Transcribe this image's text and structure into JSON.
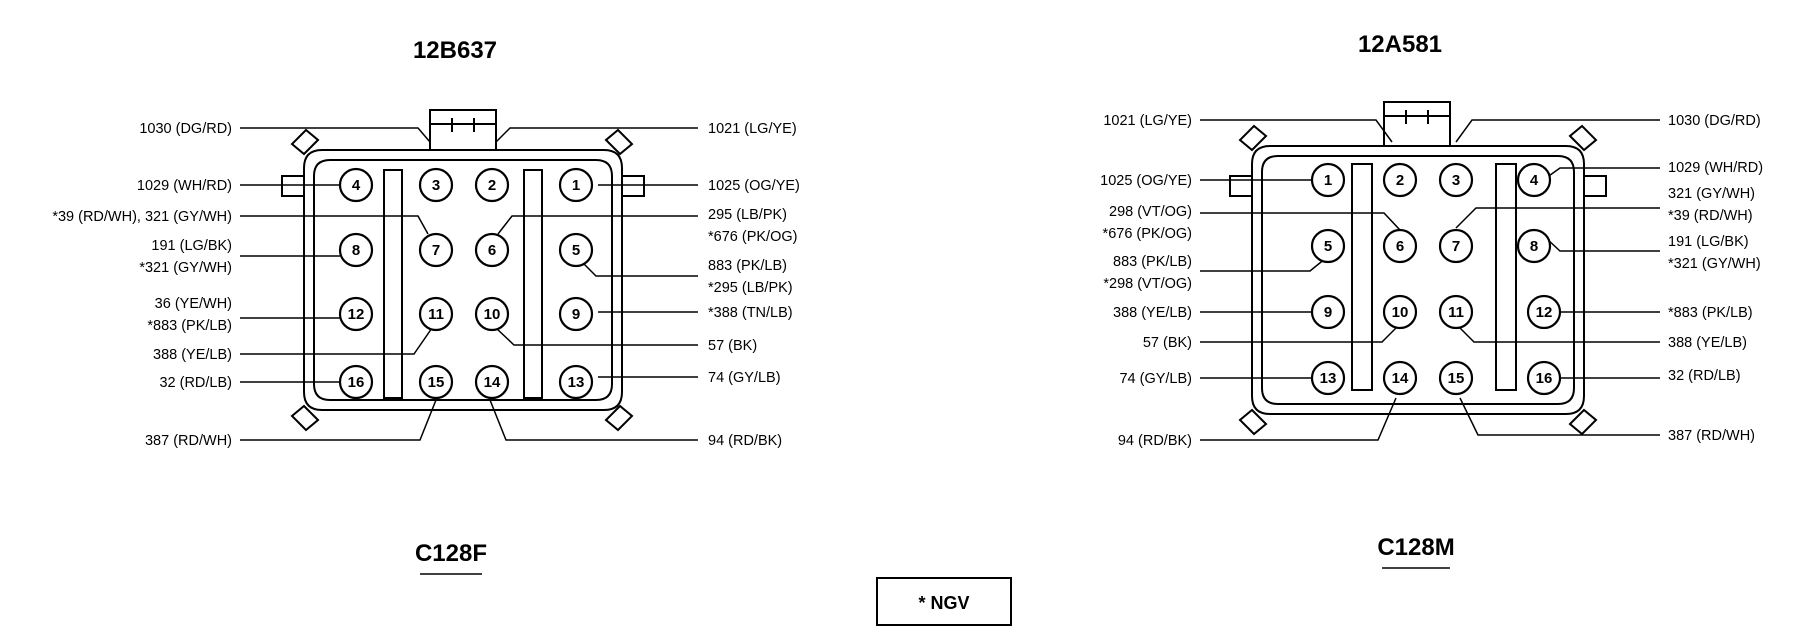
{
  "connectors": [
    {
      "part_number": "12B637",
      "connector_id": "C128F",
      "pins": [
        {
          "num": "1",
          "labels": [
            "1025 (OG/YE)"
          ]
        },
        {
          "num": "2",
          "labels": [
            "1021 (LG/YE)"
          ]
        },
        {
          "num": "3",
          "labels": [
            "1030 (DG/RD)"
          ]
        },
        {
          "num": "4",
          "labels": [
            "1029 (WH/RD)"
          ]
        },
        {
          "num": "5",
          "labels": [
            "883 (PK/LB)",
            "*295 (LB/PK)"
          ]
        },
        {
          "num": "6",
          "labels": [
            "295 (LB/PK)",
            "*676 (PK/OG)"
          ]
        },
        {
          "num": "7",
          "labels": [
            "*39 (RD/WH), 321 (GY/WH)"
          ]
        },
        {
          "num": "8",
          "labels": [
            "191 (LG/BK)",
            "*321 (GY/WH)"
          ]
        },
        {
          "num": "9",
          "labels": [
            "*388 (TN/LB)"
          ]
        },
        {
          "num": "10",
          "labels": [
            "57 (BK)"
          ]
        },
        {
          "num": "11",
          "labels": [
            "388 (YE/LB)"
          ]
        },
        {
          "num": "12",
          "labels": [
            "36 (YE/WH)",
            "*883 (PK/LB)"
          ]
        },
        {
          "num": "13",
          "labels": [
            "74 (GY/LB)"
          ]
        },
        {
          "num": "14",
          "labels": [
            "94 (RD/BK)"
          ]
        },
        {
          "num": "15",
          "labels": [
            "387 (RD/WH)"
          ]
        },
        {
          "num": "16",
          "labels": [
            "32 (RD/LB)"
          ]
        }
      ]
    },
    {
      "part_number": "12A581",
      "connector_id": "C128M",
      "pins": [
        {
          "num": "1",
          "labels": [
            "1025 (OG/YE)"
          ]
        },
        {
          "num": "2",
          "labels": [
            "1021 (LG/YE)"
          ]
        },
        {
          "num": "3",
          "labels": [
            "1030 (DG/RD)"
          ]
        },
        {
          "num": "4",
          "labels": [
            "1029 (WH/RD)"
          ]
        },
        {
          "num": "5",
          "labels": [
            "883 (PK/LB)",
            "*298 (VT/OG)"
          ]
        },
        {
          "num": "6",
          "labels": [
            "298 (VT/OG)",
            "*676 (PK/OG)"
          ]
        },
        {
          "num": "7",
          "labels": [
            "321 (GY/WH)",
            "*39 (RD/WH)"
          ]
        },
        {
          "num": "8",
          "labels": [
            "191 (LG/BK)",
            "*321 (GY/WH)"
          ]
        },
        {
          "num": "9",
          "labels": [
            "388 (YE/LB)"
          ]
        },
        {
          "num": "10",
          "labels": [
            "57 (BK)"
          ]
        },
        {
          "num": "11",
          "labels": [
            "388 (YE/LB)"
          ]
        },
        {
          "num": "12",
          "labels": [
            "*883 (PK/LB)"
          ]
        },
        {
          "num": "13",
          "labels": [
            "74 (GY/LB)"
          ]
        },
        {
          "num": "14",
          "labels": [
            "94 (RD/BK)"
          ]
        },
        {
          "num": "15",
          "labels": [
            "387 (RD/WH)"
          ]
        },
        {
          "num": "16",
          "labels": [
            "32 (RD/LB)"
          ]
        }
      ]
    }
  ],
  "legend": {
    "text": "* NGV"
  }
}
